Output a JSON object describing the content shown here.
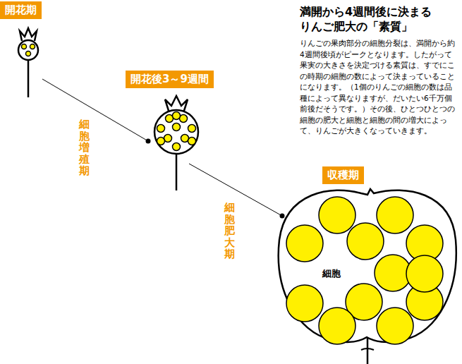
{
  "diagram": {
    "title": "満開から4週間後に決まる りんご肥大の「素質」",
    "nodes": [
      {
        "text": [
          "開花期"
        ]
      },
      {
        "text": [
          "開花後3～9週間"
        ]
      },
      {
        "text": [
          "収穫期"
        ]
      },
      {
        "text": [
          "細胞"
        ]
      }
    ],
    "labels": [
      "りんごの果肉部分の細胞分裂は、満開から約4週間後頃がピークとなります。したがって果実の大きさを決定づける素質は、すでにこの時期の細胞の数によって決まっていることになります。（1個のりんごの細胞の数は品種によって異なりますが、だいたい6千万個前後だそうです。）その後、ひとつひとつの細胞の肥大と細胞と細胞の間の増大によって、りんごが大きくなっていきます。",
      "細胞増殖期",
      "細胞肥大期"
    ]
  }
}
